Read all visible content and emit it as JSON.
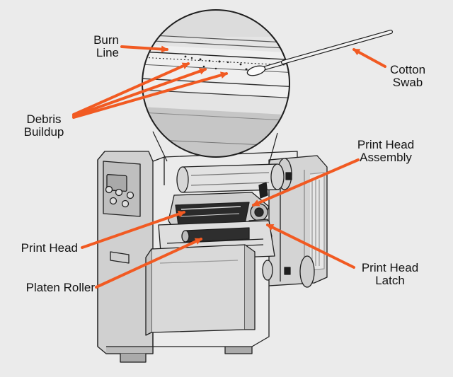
{
  "colors": {
    "background": "#ebebeb",
    "callout_orange": "#f15a22",
    "line_art": "#1f1f1f",
    "panel_gray": "#c9c9c9"
  },
  "labels": {
    "burn_line": [
      "Burn",
      "Line"
    ],
    "cotton_swab": [
      "Cotton",
      "Swab"
    ],
    "debris_buildup": [
      "Debris",
      "Buildup"
    ],
    "print_head_assembly": [
      "Print Head",
      "Assembly"
    ],
    "print_head": "Print Head",
    "print_head_latch": [
      "Print Head",
      "Latch"
    ],
    "platen_roller": "Platen Roller"
  },
  "icons": {
    "arrows": "orange-callout-arrow",
    "magnifier": "zoom-circle",
    "printer": "thermal-printer-line-art"
  }
}
